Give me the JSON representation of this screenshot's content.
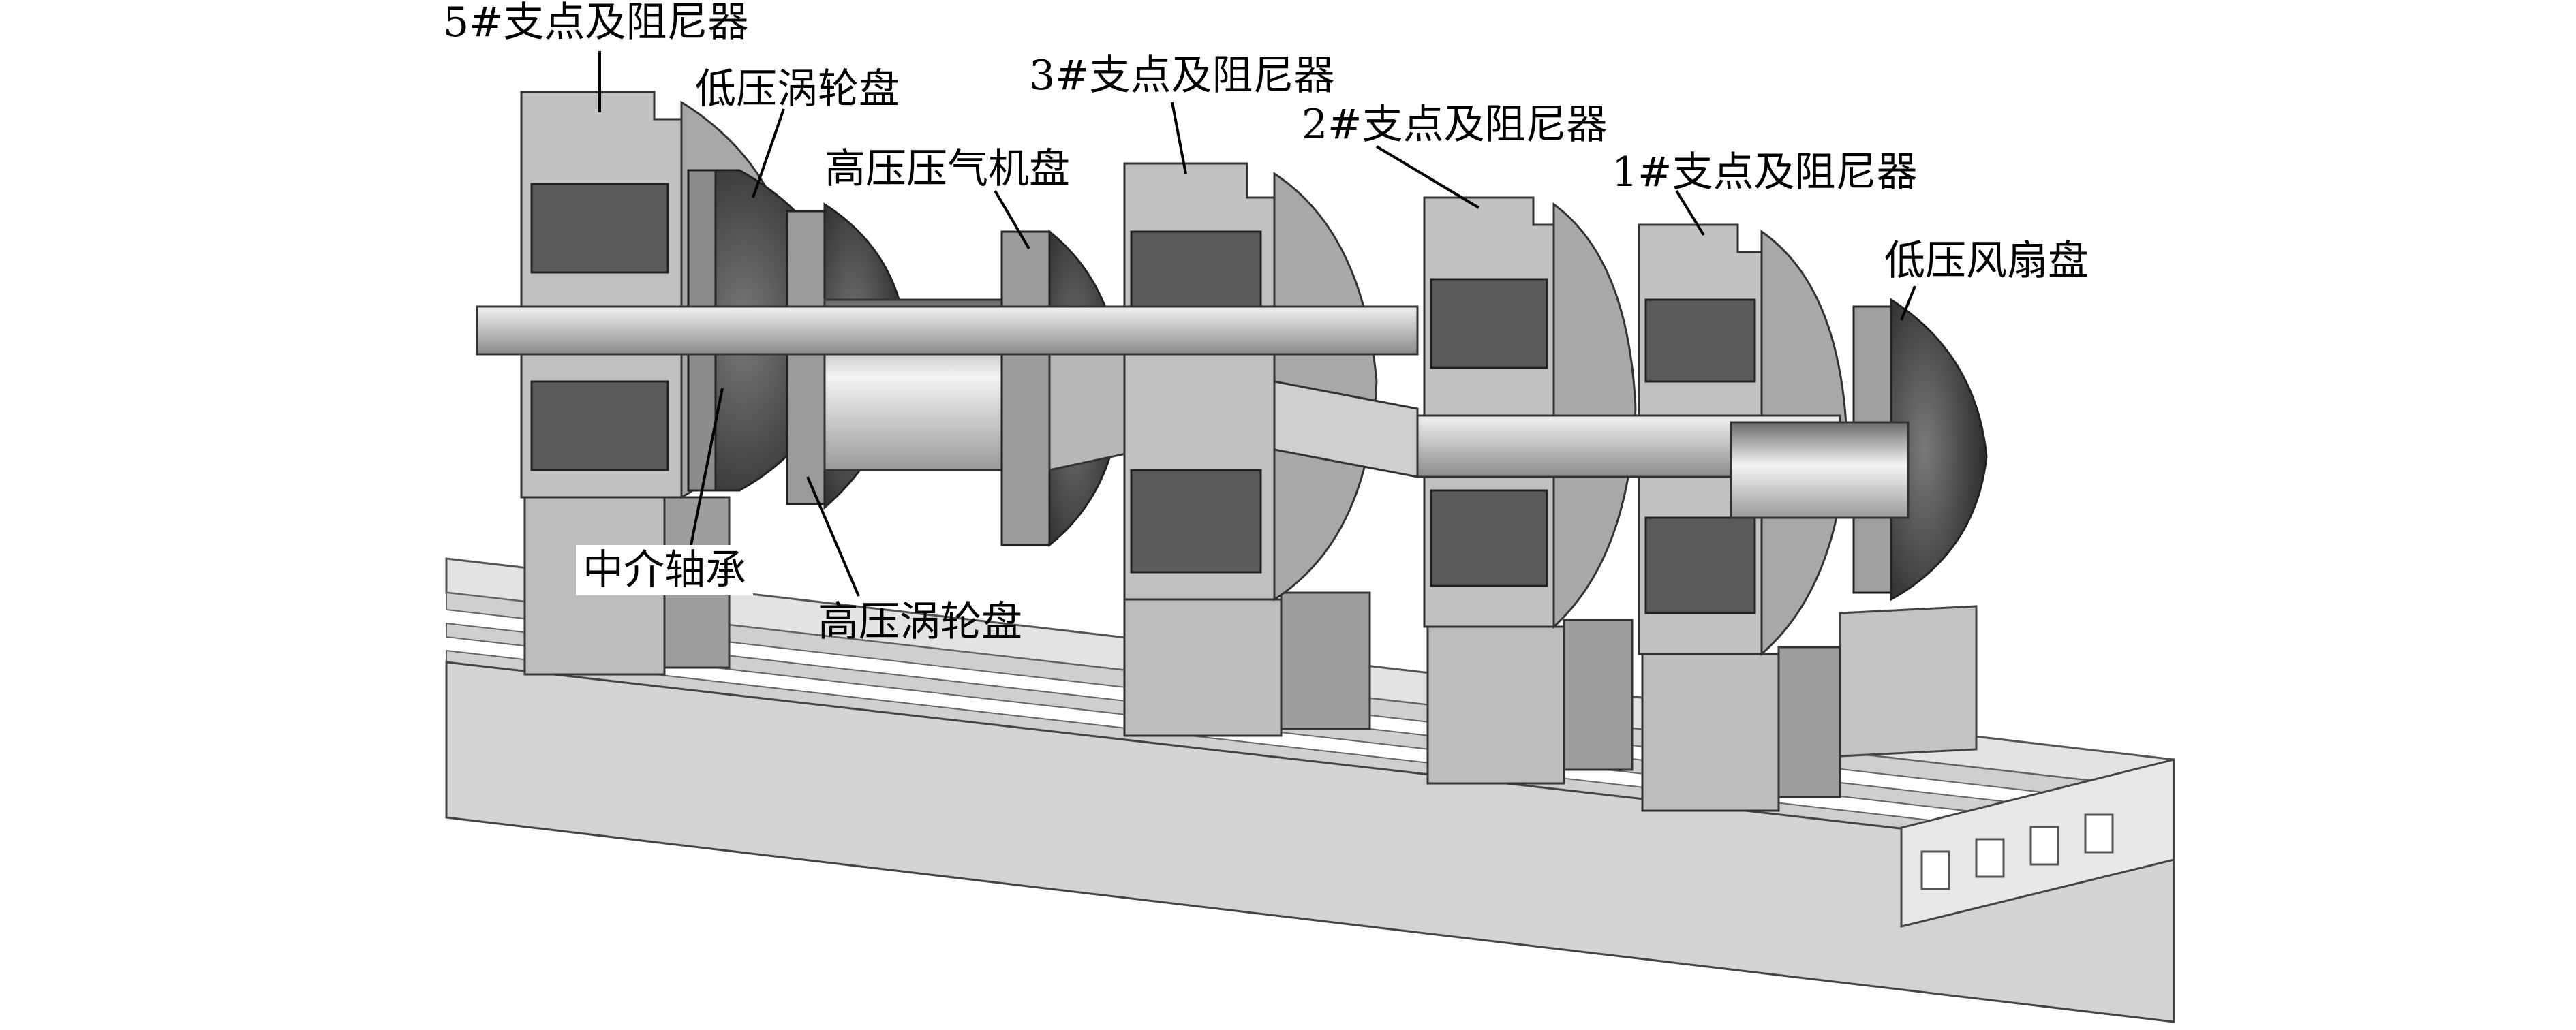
{
  "figure": {
    "labels": {
      "support5": "5#支点及阻尼器",
      "lp_turbine": "低压涡轮盘",
      "hp_compressor": "高压压气机盘",
      "support3": "3#支点及阻尼器",
      "support2": "2#支点及阻尼器",
      "support1": "1#支点及阻尼器",
      "lp_fan": "低压风扇盘",
      "inter_bearing": "中介轴承",
      "hp_turbine": "高压涡轮盘"
    },
    "colors": {
      "base_front": "#d6d6d6",
      "base_top": "#e6e6e6",
      "support_body": "#bdbdbd",
      "support_dark": "#6e6e6e",
      "disk_dark": "#3a3a3a",
      "shaft": "#cfcfcf"
    }
  }
}
